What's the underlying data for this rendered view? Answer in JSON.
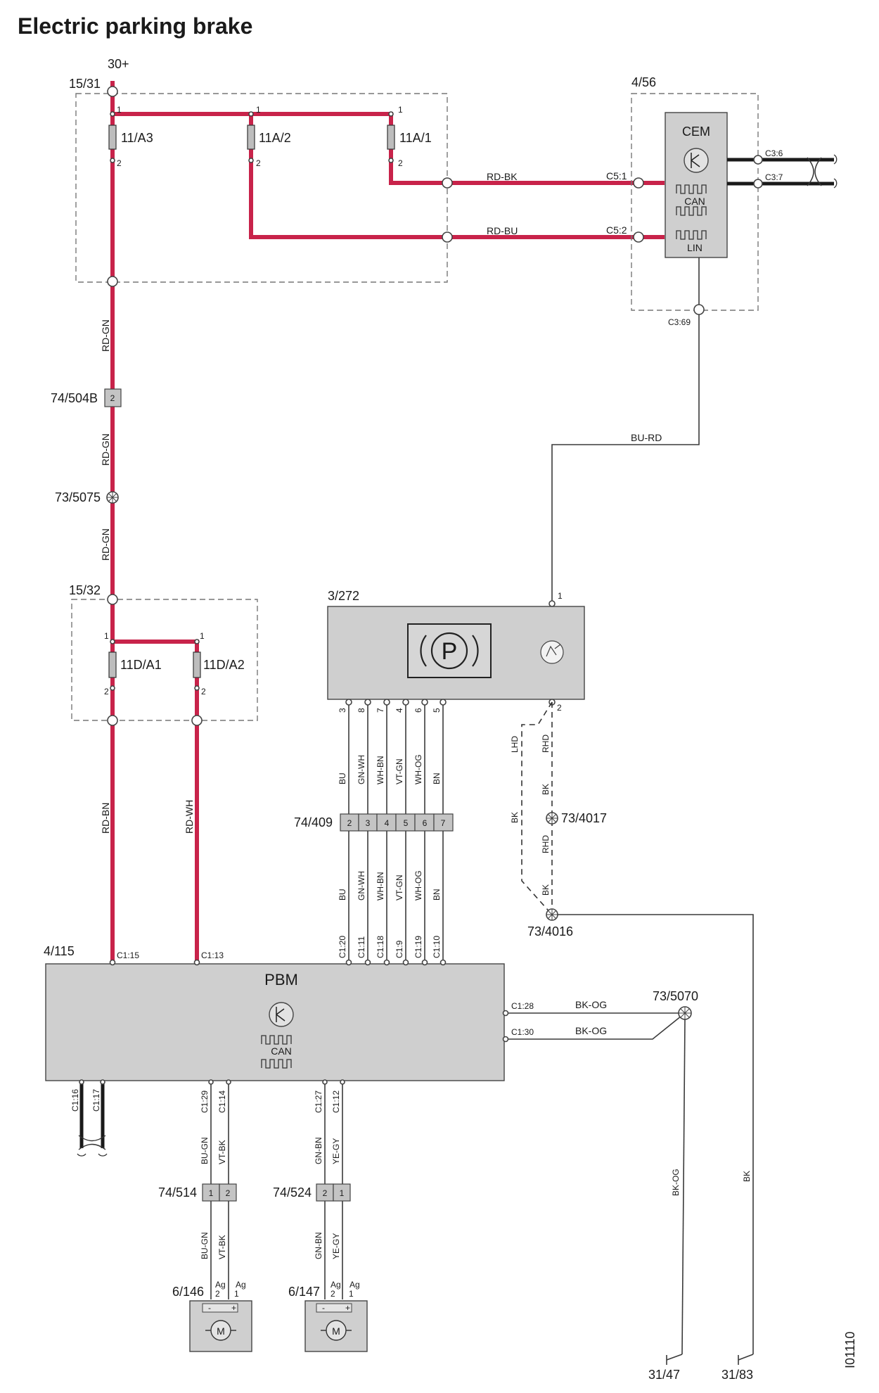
{
  "title": "Electric parking brake",
  "figure_id": "I01110",
  "supply_label": "30+",
  "components": {
    "fuse_box_1": "15/31",
    "fuse_box_2": "15/32",
    "cem_box": "4/56",
    "cem_name": "CEM",
    "cem_can": "CAN",
    "cem_lin": "LIN",
    "switch": "3/272",
    "pbm_id": "4/115",
    "pbm_name": "PBM",
    "pbm_can": "CAN",
    "motor_left": "6/146",
    "motor_right": "6/147",
    "motor_symbol": "M"
  },
  "fuses": {
    "f1": "11/A3",
    "f2": "11A/2",
    "f3": "11A/1",
    "f4": "11D/A1",
    "f5": "11D/A2"
  },
  "pins": {
    "p1": "1",
    "p2": "2",
    "p3": "3",
    "p4": "4",
    "p5": "5",
    "p6": "6",
    "p7": "7",
    "p8": "8"
  },
  "connectors": {
    "c5_1": "C5:1",
    "c5_2": "C5:2",
    "c3_6": "C3:6",
    "c3_7": "C3:7",
    "c3_69": "C3:69",
    "c1_15": "C1:15",
    "c1_13": "C1:13",
    "c1_20": "C1:20",
    "c1_11": "C1:11",
    "c1_18": "C1:18",
    "c1_9": "C1:9",
    "c1_19": "C1:19",
    "c1_10": "C1:10",
    "c1_28": "C1:28",
    "c1_30": "C1:30",
    "c1_16": "C1:16",
    "c1_17": "C1:17",
    "c1_29": "C1:29",
    "c1_14": "C1:14",
    "c1_27": "C1:27",
    "c1_12": "C1:12",
    "j504b": "74/504B",
    "j409": "74/409",
    "j514": "74/514",
    "j524": "74/524",
    "g5075": "73/5075",
    "g4017": "73/4017",
    "g4016": "73/4016",
    "g5070": "73/5070",
    "gnd47": "31/47",
    "gnd83": "31/83"
  },
  "wires": {
    "rd_bk": "RD-BK",
    "rd_bu": "RD-BU",
    "rd_gn": "RD-GN",
    "rd_bn": "RD-BN",
    "rd_wh": "RD-WH",
    "bu_rd": "BU-RD",
    "bu": "BU",
    "gn_wh": "GN-WH",
    "wh_bn": "WH-BN",
    "vt_gn": "VT-GN",
    "wh_og": "WH-OG",
    "bn": "BN",
    "bk_og": "BK-OG",
    "bk": "BK",
    "lhd": "LHD",
    "rhd": "RHD",
    "bu_gn": "BU-GN",
    "vt_bk": "VT-BK",
    "gn_bn": "GN-BN",
    "ye_gy": "YE-GY"
  },
  "motor_pins": {
    "ag": "Ag",
    "minus": "-",
    "plus": "+"
  },
  "colors": {
    "power_wire": "#c8234a",
    "module_fill": "#cfcfcf",
    "signal_wire": "#3a3a3a"
  }
}
